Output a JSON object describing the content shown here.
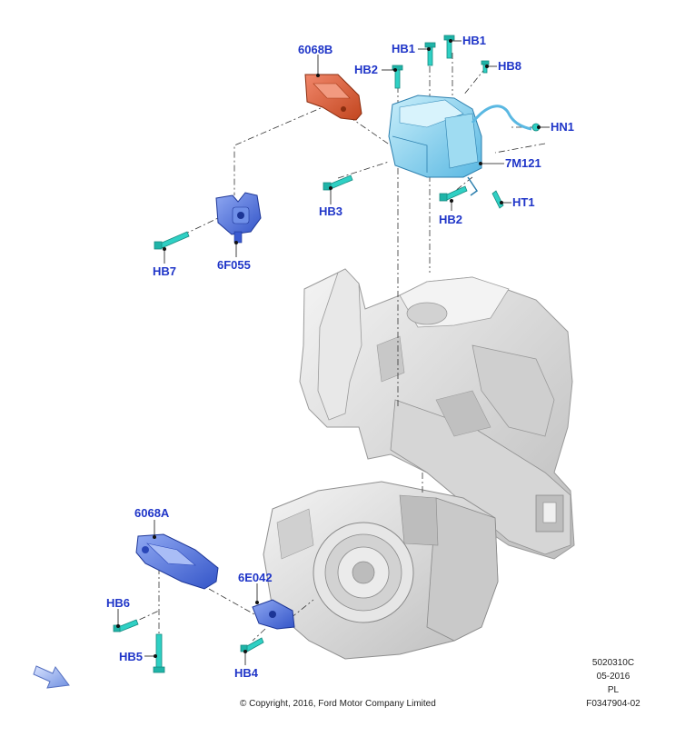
{
  "callouts": {
    "p6068B": "6068B",
    "hb1a": "HB1",
    "hb1b": "HB1",
    "hb2top": "HB2",
    "hb8": "HB8",
    "hn1": "HN1",
    "m7m121": "7M121",
    "ht1": "HT1",
    "hb2right": "HB2",
    "hb3": "HB3",
    "hb7": "HB7",
    "p6F055": "6F055",
    "p6068A": "6068A",
    "p6E042": "6E042",
    "hb6": "HB6",
    "hb5": "HB5",
    "hb4": "HB4"
  },
  "footer": {
    "copyright": "© Copyright, 2016, Ford Motor Company Limited",
    "code1": "5020310C",
    "date": "05-2016",
    "lang": "PL",
    "figure": "F0347904-02"
  },
  "colors": {
    "callout_text": "#1f35c8",
    "bracket_orange": "#e0643e",
    "mount_blue": "#4f74e0",
    "module_lightblue": "#7fd0ee",
    "bolt_teal": "#2fd0c4",
    "body_gray": "#dcdcdc"
  },
  "icons": {
    "orientation_arrow": "arrow-right-down-icon"
  }
}
